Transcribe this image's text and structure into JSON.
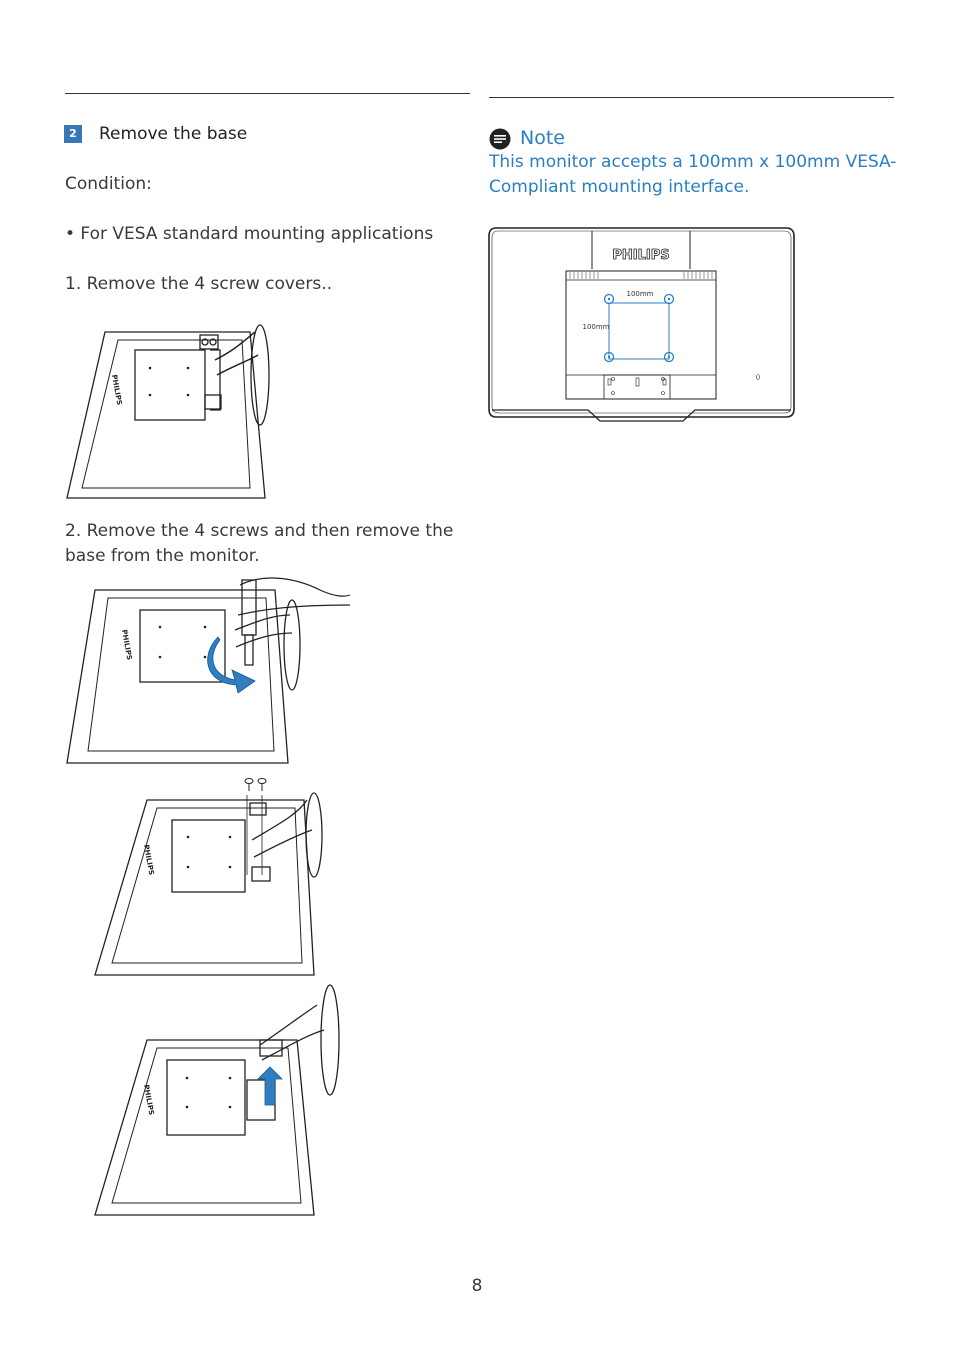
{
  "step": {
    "number": "2",
    "title": "Remove the base",
    "condition_label": "Condition:",
    "bullet": "• For VESA standard mounting applications",
    "instruction_1": "1.  Remove the 4 screw covers..",
    "instruction_2_line1": "2.  Remove the 4 screws and then remove the",
    "instruction_2_line2": "base from the monitor."
  },
  "note": {
    "heading": "Note",
    "line1": "This monitor accepts a 100mm x 100mm VESA-",
    "line2": "Compliant mounting interface.",
    "icon": "note-icon"
  },
  "figures": {
    "brand": "PHILIPS",
    "vesa_horizontal": "100mm",
    "vesa_vertical": "100mm"
  },
  "colors": {
    "accent_blue": "#2a7fc4",
    "badge_blue": "#3a78b5",
    "line": "#222222"
  },
  "page_number": "8"
}
